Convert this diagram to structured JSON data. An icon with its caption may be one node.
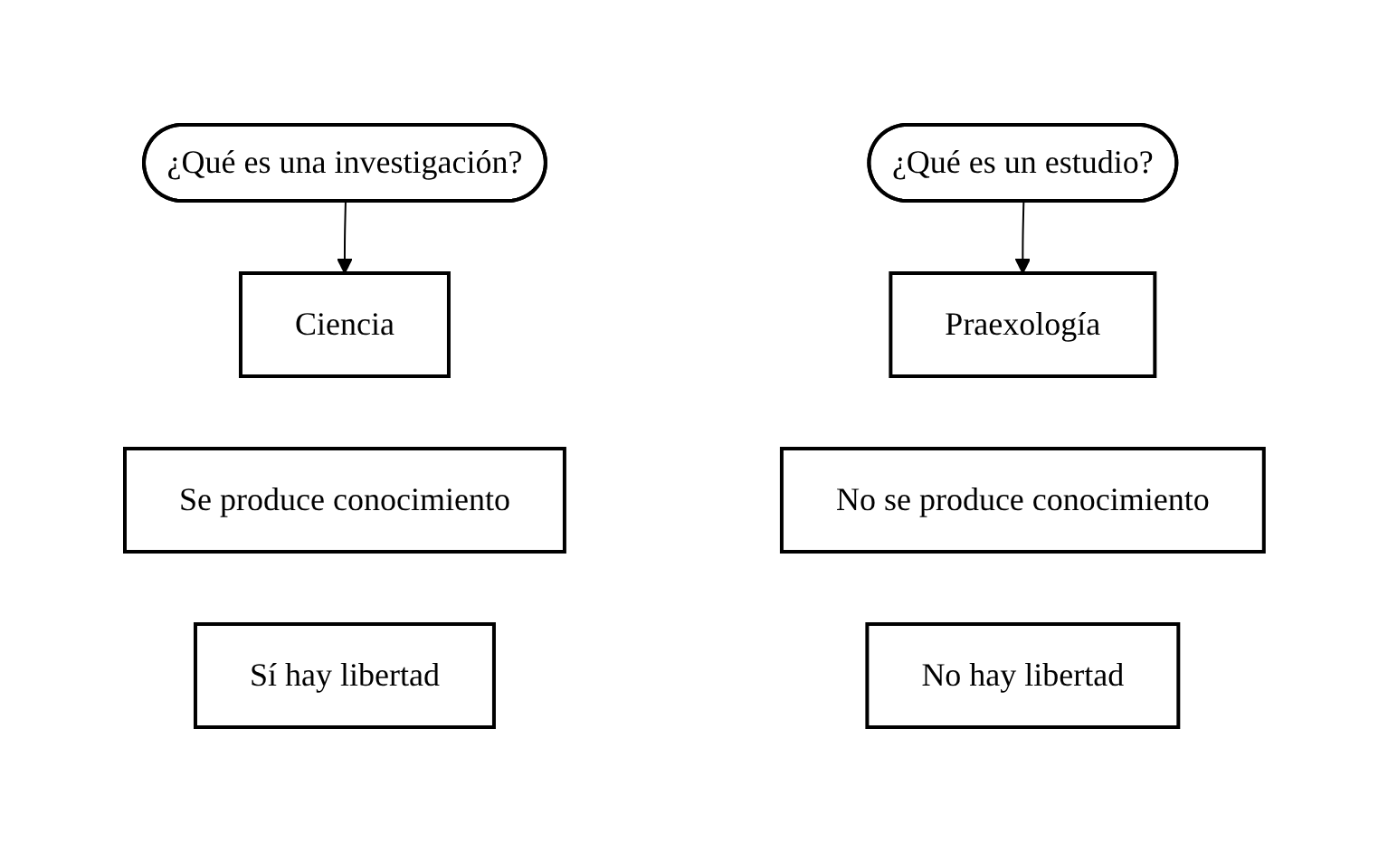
{
  "diagram": {
    "nodes": [
      {
        "text": [
          "¿Qué es una investigación?"
        ]
      },
      {
        "text": [
          "¿Qué es un estudio?"
        ]
      },
      {
        "text": [
          "Ciencia"
        ]
      },
      {
        "text": [
          "Praexología"
        ]
      },
      {
        "text": [
          "Se produce conocimiento"
        ]
      },
      {
        "text": [
          "No se produce conocimiento"
        ]
      },
      {
        "text": [
          "Sí hay libertad"
        ]
      },
      {
        "text": [
          "No hay libertad"
        ]
      }
    ],
    "edges": [
      {
        "from": 0,
        "to": 2,
        "arrow": "to"
      },
      {
        "from": 1,
        "to": 3,
        "arrow": "to"
      }
    ]
  }
}
